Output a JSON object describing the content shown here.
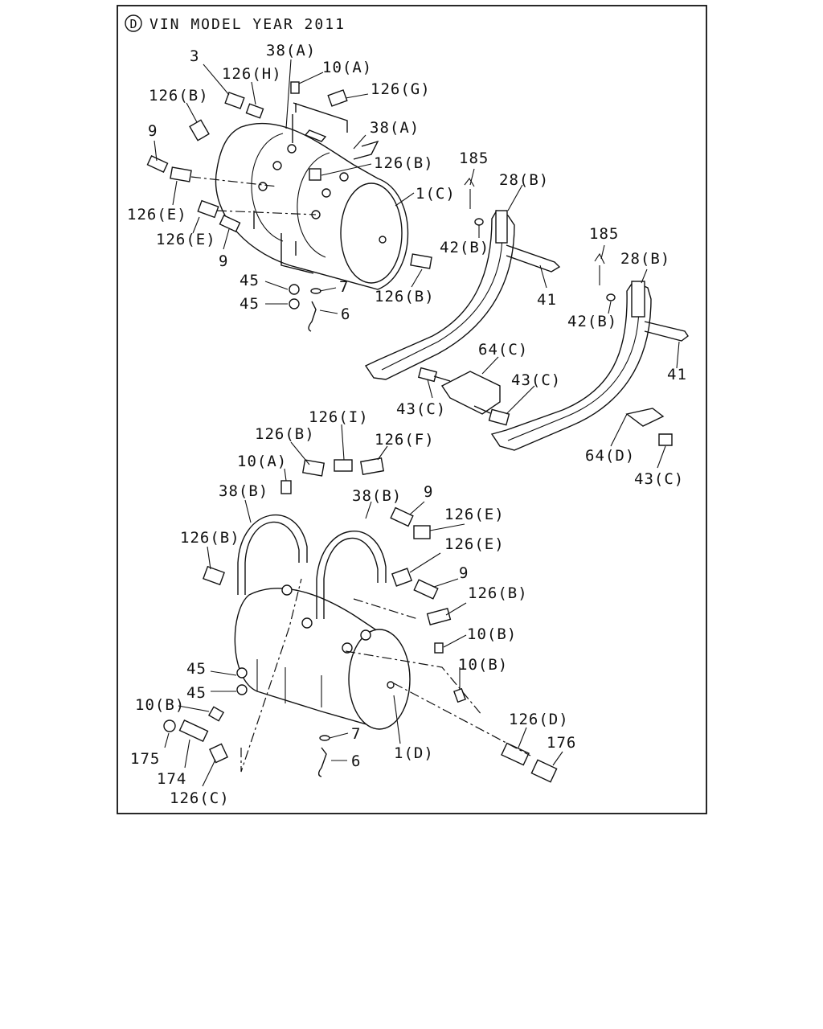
{
  "header": {
    "badge": "D",
    "title": "VIN MODEL YEAR 2011"
  },
  "callouts": {
    "c_3": "3",
    "c_126H": "126(H)",
    "c_38A_1": "38(A)",
    "c_10A_1": "10(A)",
    "c_126G": "126(G)",
    "c_126B_1": "126(B)",
    "c_38A_2": "38(A)",
    "c_126B_2": "126(B)",
    "c_9_1": "9",
    "c_1C": "1(C)",
    "c_126E_1": "126(E)",
    "c_126E_2": "126(E)",
    "c_9_2": "9",
    "c_185_1": "185",
    "c_28B_1": "28(B)",
    "c_42B_1": "42(B)",
    "c_41_1": "41",
    "c_45_1": "45",
    "c_7_1": "7",
    "c_45_2": "45",
    "c_6_1": "6",
    "c_126B_3": "126(B)",
    "c_185_2": "185",
    "c_28B_2": "28(B)",
    "c_42B_2": "42(B)",
    "c_41_2": "41",
    "c_64C": "64(C)",
    "c_43C_1": "43(C)",
    "c_43C_2": "43(C)",
    "c_64D": "64(D)",
    "c_43C_3": "43(C)",
    "c_126I": "126(I)",
    "c_126B_4": "126(B)",
    "c_126F": "126(F)",
    "c_10A_2": "10(A)",
    "c_38B_1": "38(B)",
    "c_38B_2": "38(B)",
    "c_9_3": "9",
    "c_126E_3": "126(E)",
    "c_126B_5": "126(B)",
    "c_126E_4": "126(E)",
    "c_9_4": "9",
    "c_126B_6": "126(B)",
    "c_10B_1": "10(B)",
    "c_45_3": "45",
    "c_10B_2": "10(B)",
    "c_45_4": "45",
    "c_10B_3": "10(B)",
    "c_7_2": "7",
    "c_175": "175",
    "c_6_2": "6",
    "c_1D": "1(D)",
    "c_126D": "126(D)",
    "c_176": "176",
    "c_174": "174",
    "c_126C": "126(C)"
  }
}
